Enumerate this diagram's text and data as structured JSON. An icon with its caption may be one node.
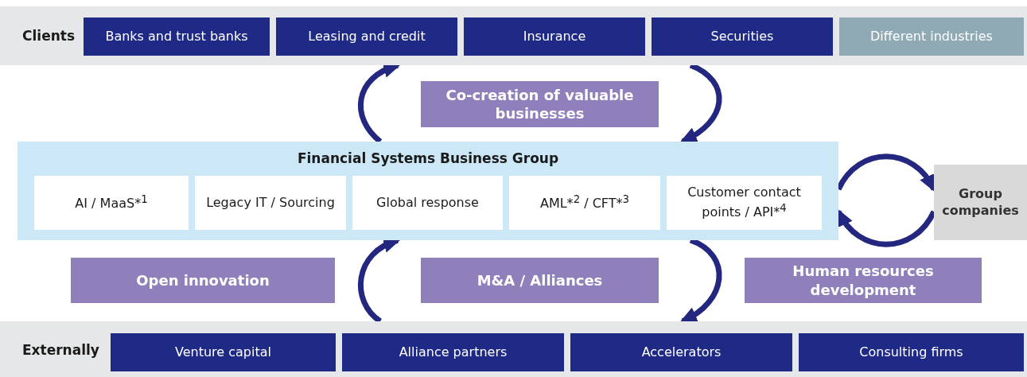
{
  "diagram": {
    "nodes": [
      {
        "text": [
          "Clients"
        ]
      },
      {
        "text": [
          "Banks and trust banks"
        ],
        "in": 0
      },
      {
        "text": [
          "Leasing and credit"
        ],
        "in": 0
      },
      {
        "text": [
          "Insurance"
        ],
        "in": 0
      },
      {
        "text": [
          "Securities"
        ],
        "in": 0
      },
      {
        "text": [
          "Different industries"
        ],
        "in": 0
      },
      {
        "text": [
          "Co-creation of valuable businesses"
        ]
      },
      {
        "text": [
          "Financial Systems Business Group"
        ]
      },
      {
        "text": [
          "AI / MaaS*$^{1}$"
        ],
        "in": 7
      },
      {
        "text": [
          "Legacy IT / Sourcing"
        ],
        "in": 7
      },
      {
        "text": [
          "Global response"
        ],
        "in": 7
      },
      {
        "text": [
          "AML*$^{2}$ / CFT*$^{3}$"
        ],
        "in": 7
      },
      {
        "text": [
          "Customer contact points / API*$^{4}$"
        ],
        "in": 7
      },
      {
        "text": [
          "Group companies"
        ]
      },
      {
        "text": [
          "Open innovation"
        ]
      },
      {
        "text": [
          "M&A / Alliances"
        ]
      },
      {
        "text": [
          "Human resources development"
        ]
      },
      {
        "text": [
          "Externally"
        ]
      },
      {
        "text": [
          "Venture capital"
        ],
        "in": 17
      },
      {
        "text": [
          "Alliance partners"
        ],
        "in": 17
      },
      {
        "text": [
          "Accelerators"
        ],
        "in": 17
      },
      {
        "text": [
          "Consulting firms"
        ],
        "in": 17
      }
    ],
    "edges": [
      {
        "from": 7,
        "to": 0,
        "arrow": "to"
      },
      {
        "from": 0,
        "to": 7,
        "arrow": "to"
      },
      {
        "from": 7,
        "to": 13,
        "arrow": "to"
      },
      {
        "from": 13,
        "to": 7,
        "arrow": "to"
      },
      {
        "from": 17,
        "to": 7,
        "arrow": "to"
      },
      {
        "from": 7,
        "to": 17,
        "arrow": "to"
      }
    ]
  }
}
